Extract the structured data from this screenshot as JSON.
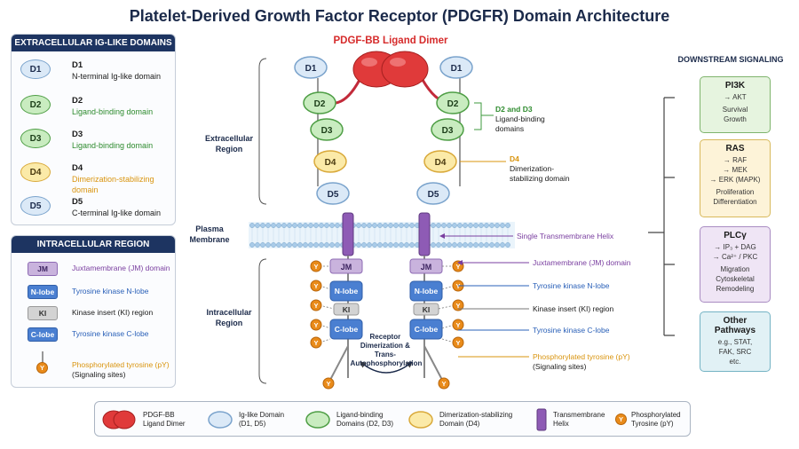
{
  "title": "Platelet-Derived Growth Factor Receptor (PDGFR) Domain Architecture",
  "extracellular_panel": {
    "header": "EXTRACELLULAR IG-LIKE DOMAINS",
    "items": [
      {
        "code": "D1",
        "name": "D1",
        "desc": "N-terminal Ig-like domain"
      },
      {
        "code": "D2",
        "name": "D2",
        "desc": "Ligand-binding domain"
      },
      {
        "code": "D3",
        "name": "D3",
        "desc": "Ligand-binding domain"
      },
      {
        "code": "D4",
        "name": "D4",
        "desc": "Dimerization-stabilizing domain"
      },
      {
        "code": "D5",
        "name": "D5",
        "desc": "C-terminal Ig-like domain"
      }
    ]
  },
  "intracellular_panel": {
    "header": "INTRACELLULAR REGION",
    "items": [
      {
        "code": "JM",
        "label": "Juxtamembrane (JM) domain"
      },
      {
        "code": "N-lobe",
        "label": "Tyrosine kinase N-lobe"
      },
      {
        "code": "KI",
        "label": "Kinase insert (KI) region"
      },
      {
        "code": "C-lobe",
        "label": "Tyrosine kinase C-lobe"
      },
      {
        "code": "Y",
        "label": "Phosphorylated tyrosine (pY)",
        "sub": "(Signaling sites)"
      }
    ]
  },
  "diagram": {
    "ligand_title": "PDGF-BB Ligand Dimer",
    "extracellular_region_label": [
      "Extracellular",
      "Region"
    ],
    "plasma_membrane_label": [
      "Plasma",
      "Membrane"
    ],
    "intracellular_region_label": [
      "Intracellular",
      "Region"
    ],
    "domains": [
      "D1",
      "D2",
      "D3",
      "D4",
      "D5"
    ],
    "intra_domains": [
      "JM",
      "N-lobe",
      "KI",
      "C-lobe"
    ],
    "tyrosine_symbol": "Y",
    "dimerization_label": [
      "Receptor",
      "Dimerization &",
      "Trans-",
      "Autophosphorylation"
    ]
  },
  "annotations": {
    "d2d3_title": "D2 and D3",
    "d2d3_desc": [
      "Ligand-binding",
      "domains"
    ],
    "d4_title": "D4",
    "d4_desc": [
      "Dimerization-",
      "stabilizing domain"
    ],
    "tm": "Single Transmembrane Helix",
    "jm": "Juxtamembrane (JM) domain",
    "nlobe": "Tyrosine kinase N-lobe",
    "ki": "Kinase insert (KI) region",
    "clobe": "Tyrosine kinase C-lobe",
    "py": "Phosphorylated tyrosine (pY)",
    "py_sub": "(Signaling sites)"
  },
  "downstream": {
    "title": "DOWNSTREAM SIGNALING",
    "pathways": [
      {
        "name": "PI3K",
        "steps": [
          "→ AKT"
        ],
        "outputs": [
          "Survival",
          "Growth"
        ]
      },
      {
        "name": "RAS",
        "steps": [
          "→ RAF",
          "→ MEK",
          "→ ERK (MAPK)"
        ],
        "outputs": [
          "Proliferation",
          "Differentiation"
        ]
      },
      {
        "name": "PLCγ",
        "steps": [
          "→ IP₃ + DAG",
          "→ Ca²⁺ / PKC"
        ],
        "outputs": [
          "Migration",
          "Cytoskeletal",
          "Remodeling"
        ]
      },
      {
        "name": "Other Pathways",
        "steps": [
          "e.g., STAT,",
          "FAK, SRC",
          "etc."
        ],
        "outputs": []
      }
    ]
  },
  "legend": {
    "items": [
      {
        "label": [
          "PDGF-BB",
          "Ligand Dimer"
        ]
      },
      {
        "label": [
          "Ig-like Domain",
          "(D1, D5)"
        ]
      },
      {
        "label": [
          "Ligand-binding",
          "Domains (D2, D3)"
        ]
      },
      {
        "label": [
          "Dimerization-stabilizing",
          "Domain (D4)"
        ]
      },
      {
        "label": [
          "Transmembrane",
          "Helix"
        ]
      },
      {
        "label": [
          "Phosphorylated",
          "Tyrosine (pY)"
        ]
      }
    ]
  },
  "colors": {
    "title": "#1b2a4a",
    "ligand": "#d62b2b",
    "ig": "#dbe9f7",
    "ligand_binding": "#c9ecc0",
    "dimerization": "#fbeaa8",
    "transmembrane": "#8e5bb5",
    "tyrosine": "#e98b1a",
    "kinase": "#4a7fd1"
  }
}
